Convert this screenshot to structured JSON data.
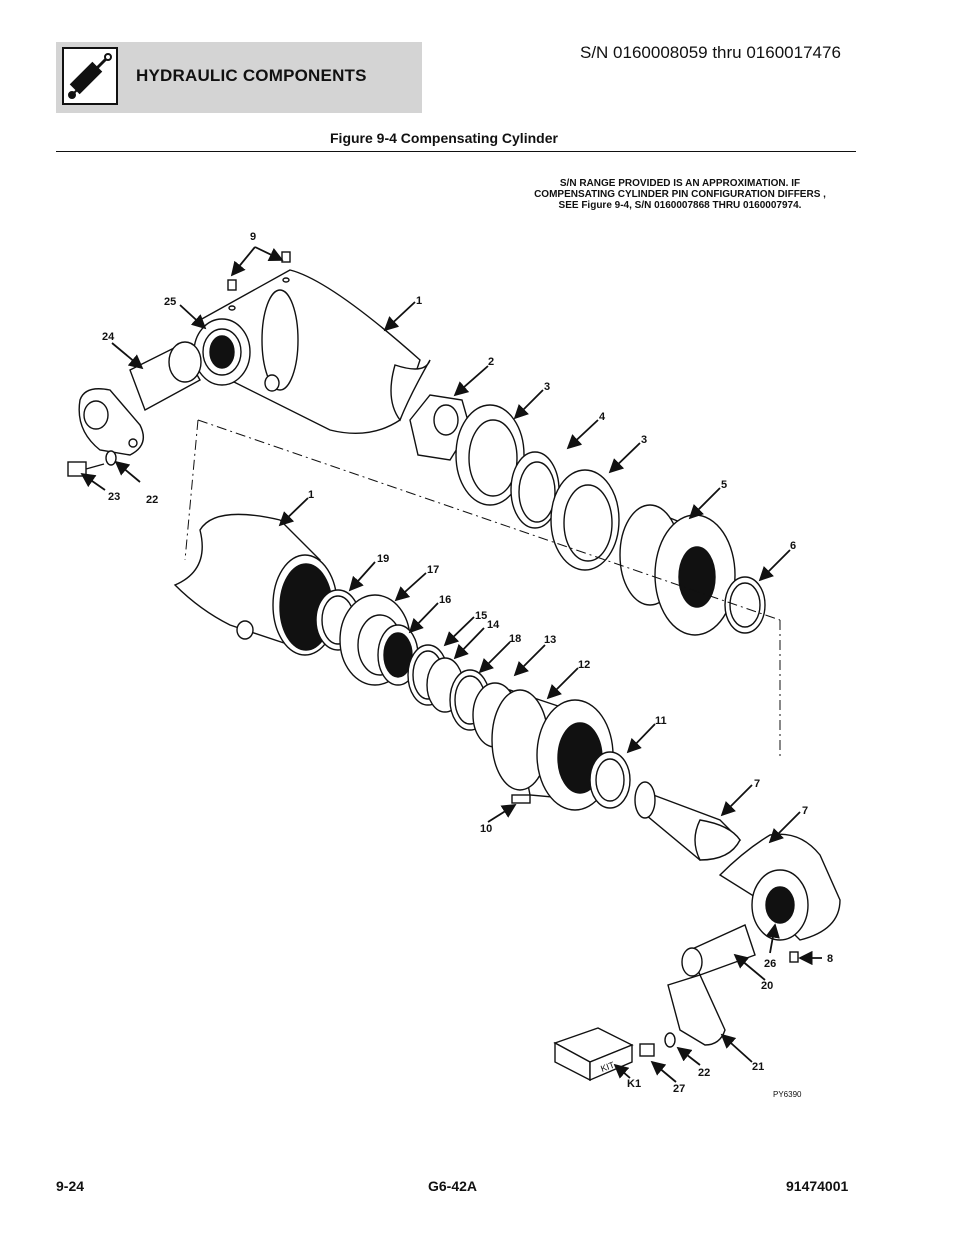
{
  "header": {
    "title": "HYDRAULIC COMPONENTS",
    "icon": "hydraulic-cylinder-icon",
    "background": "#d4d4d4"
  },
  "serial_range": "S/N 0160008059 thru 0160017476",
  "figure_title": "Figure 9-4 Compensating Cylinder",
  "note": [
    "S/N RANGE PROVIDED IS AN APPROXIMATION. IF",
    "COMPENSATING CYLINDER PIN CONFIGURATION DIFFERS ,",
    "SEE Figure 9-4, S/N 0160007868 THRU 0160007974."
  ],
  "callouts": {
    "c1a": "1",
    "c1b": "1",
    "c2": "2",
    "c3a": "3",
    "c3b": "3",
    "c4": "4",
    "c5": "5",
    "c6": "6",
    "c7a": "7",
    "c7b": "7",
    "c8": "8",
    "c9": "9",
    "c10": "10",
    "c11": "11",
    "c12": "12",
    "c13": "13",
    "c14": "14",
    "c15": "15",
    "c16": "16",
    "c17": "17",
    "c18": "18",
    "c19": "19",
    "c20": "20",
    "c21": "21",
    "c22a": "22",
    "c22b": "22",
    "c23": "23",
    "c24": "24",
    "c25": "25",
    "c26": "26",
    "c27": "27",
    "ck1": "K1"
  },
  "kit_label": "KIT",
  "drawing_id": "PY6390",
  "footer": {
    "page": "9-24",
    "model": "G6-42A",
    "doc_number": "91474001"
  }
}
